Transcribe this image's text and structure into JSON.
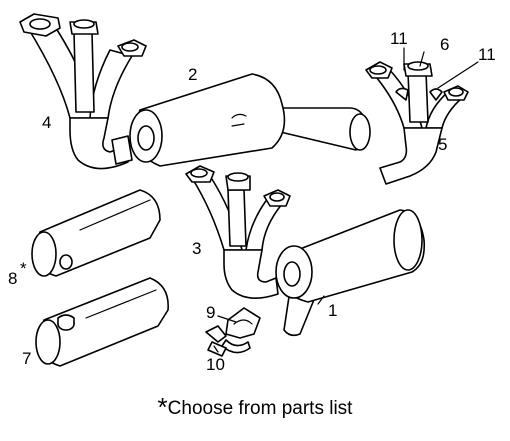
{
  "callouts": {
    "c1": "1",
    "c2": "2",
    "c3": "3",
    "c4": "4",
    "c5": "5",
    "c6": "6",
    "c7": "7",
    "c8": "8",
    "c8_mark": "*",
    "c9": "9",
    "c10": "10",
    "c11a": "11",
    "c11b": "11"
  },
  "footnote": {
    "mark": "*",
    "text": "Choose from parts list"
  },
  "colors": {
    "line": "#000000",
    "background": "#ffffff"
  }
}
